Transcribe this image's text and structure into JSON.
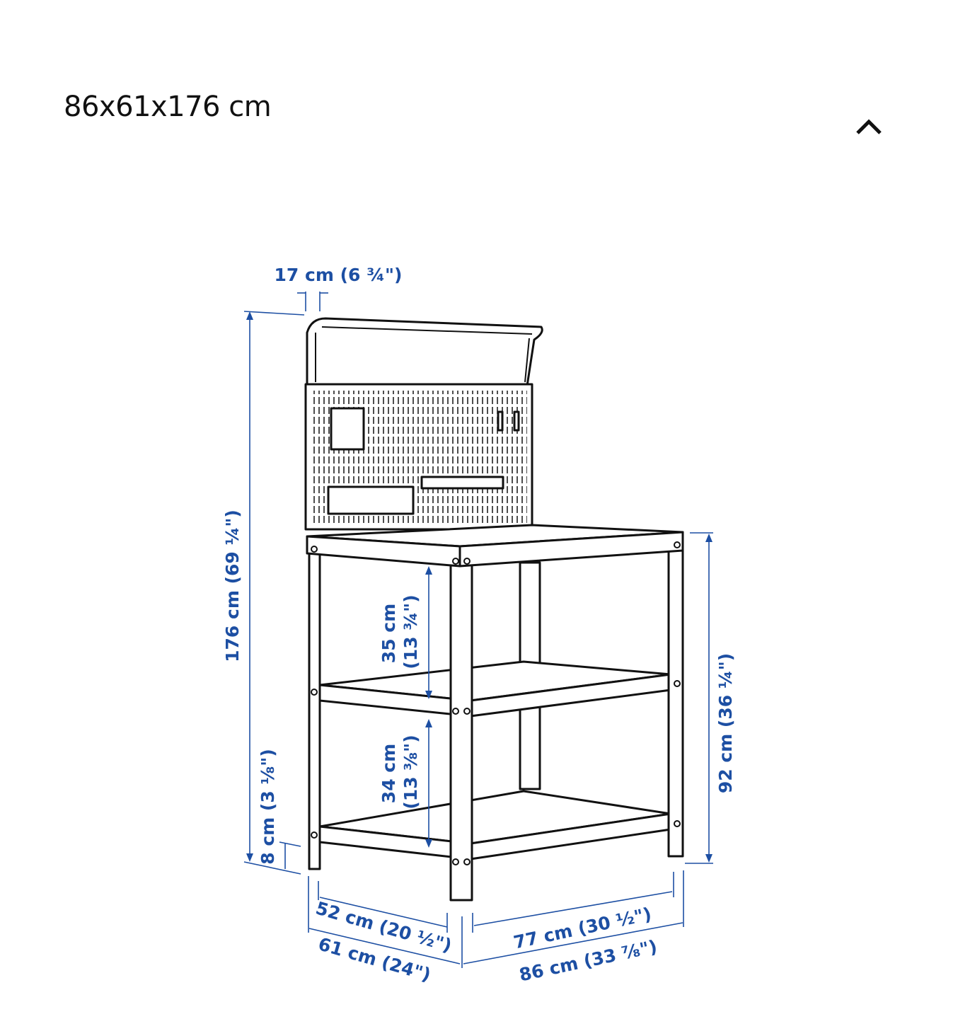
{
  "header": {
    "title": "86x61x176 cm",
    "collapse_icon": "chevron-up-icon"
  },
  "diagram": {
    "accent_color": "#1d4fa3",
    "dimensions": {
      "shelf_depth": "17 cm (6 ¾\")",
      "total_height": "176 cm (69 ¼\")",
      "floor_clearance": "8 cm (3 ⅛\")",
      "upper_gap_cm": "35 cm",
      "upper_gap_in": "(13 ¾\")",
      "lower_gap_cm": "34 cm",
      "lower_gap_in": "(13 ⅜\")",
      "table_height": "92 cm (36 ¼\")",
      "inner_depth": "52 cm (20 ½\")",
      "total_depth": "61 cm (24\")",
      "inner_width": "77 cm (30 ½\")",
      "total_width": "86 cm (33 ⅞\")"
    }
  }
}
